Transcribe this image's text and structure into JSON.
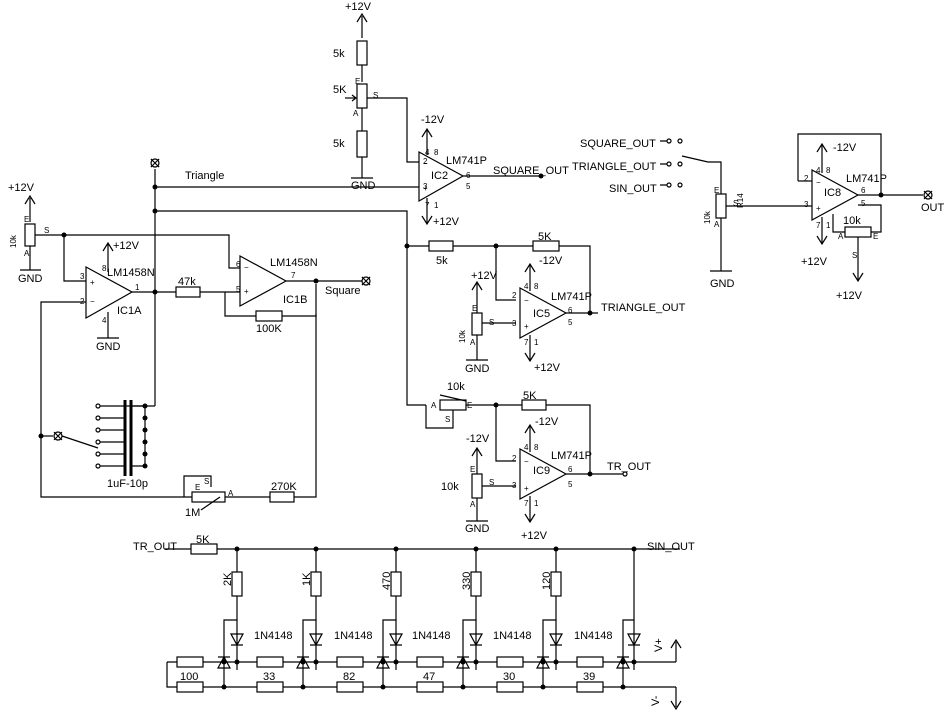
{
  "supply": {
    "pos": "+12V",
    "neg": "-12V",
    "gnd": "GND"
  },
  "ics": {
    "ic1a": {
      "name": "IC1A",
      "part": "LM1458N",
      "pins": {
        "p3": "3",
        "p2": "2",
        "p1": "1",
        "p8": "8",
        "p4": "4"
      }
    },
    "ic1b": {
      "name": "IC1B",
      "part": "LM1458N",
      "pins": {
        "p6": "6",
        "p5": "5",
        "p7": "7"
      }
    },
    "ic2": {
      "name": "IC2",
      "part": "LM741P",
      "pins": {
        "p2": "2",
        "p3": "3",
        "p6": "6",
        "p5": "5",
        "p4": "4",
        "p8": "8",
        "p7": "7",
        "p1": "1"
      }
    },
    "ic5": {
      "name": "IC5",
      "part": "LM741P",
      "pins": {
        "p2": "2",
        "p3": "3",
        "p6": "6",
        "p5": "5",
        "p4": "4",
        "p8": "8",
        "p7": "7",
        "p1": "1"
      }
    },
    "ic9": {
      "name": "IC9",
      "part": "LM741P",
      "pins": {
        "p2": "2",
        "p3": "3",
        "p6": "6",
        "p5": "5",
        "p4": "4",
        "p8": "8",
        "p7": "7",
        "p1": "1"
      }
    },
    "ic8": {
      "name": "IC8",
      "part": "LM741P",
      "pins": {
        "p2": "2",
        "p3": "3",
        "p6": "6",
        "p5": "5",
        "p4": "4",
        "p8": "8",
        "p7": "7",
        "p1": "1"
      }
    }
  },
  "parts": {
    "r_top1": "5k",
    "pot_top": "5K",
    "r_top2": "5k",
    "pot_left": "10k",
    "r47k": "47k",
    "r100k": "100K",
    "r5k_ic5_in": "5k",
    "r5k_ic5_fb": "5K",
    "pot_ic5": "10k",
    "pot_ic9_in": "10k",
    "r5k_ic9_fb": "5K",
    "pot_ic9": "10k",
    "pot_r14": "10k",
    "r14": "R14",
    "pot_ic8": "10k",
    "cap": "1uF-10p",
    "pot_1m": "1M",
    "r270k": "270K",
    "tr_r": "5K",
    "ladder_top": [
      "2K",
      "1K",
      "470",
      "330",
      "120"
    ],
    "ladder_bottom": [
      "100",
      "33",
      "82",
      "47",
      "30",
      "39"
    ],
    "diode": "1N4148"
  },
  "pot_pins": {
    "a": "A",
    "e": "E",
    "s": "S"
  },
  "nets": {
    "triangle": "Triangle",
    "square": "Square",
    "square_out": "SQUARE_OUT",
    "triangle_out": "TRIANGLE_OUT",
    "sin_out": "SIN_OUT",
    "tr_out": "TR_OUT",
    "sin_out2": "SIN_OUT",
    "out": "OUT",
    "vplus": "V+",
    "vminus": "V-"
  }
}
